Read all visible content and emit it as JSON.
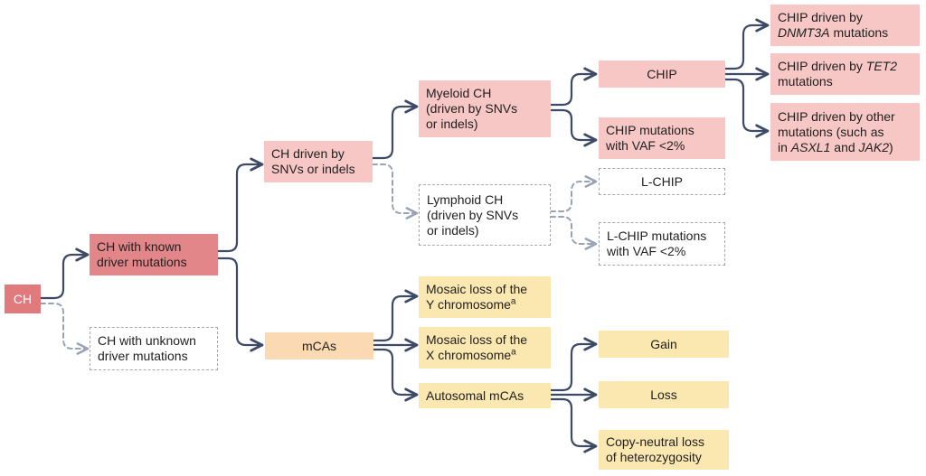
{
  "diagram": {
    "nodes": {
      "ch": {
        "text": "CH"
      },
      "known": {
        "line1": "CH with known",
        "line2": "driver mutations"
      },
      "unknown": {
        "line1": "CH with unknown",
        "line2": "driver mutations"
      },
      "snv": {
        "line1": "CH driven by",
        "line2": "SNVs or indels"
      },
      "mcas": {
        "text": "mCAs"
      },
      "myeloid": {
        "line1": "Myeloid CH",
        "line2": "(driven by SNVs",
        "line3": "or indels)"
      },
      "lymphoid": {
        "line1": "Lymphoid CH",
        "line2": "(driven by SNVs",
        "line3": "or indels)"
      },
      "chip": {
        "text": "CHIP"
      },
      "chip_vaf": {
        "line1": "CHIP mutations",
        "line2": "with VAF <2%"
      },
      "lchip": {
        "text": "L-CHIP"
      },
      "lchip_vaf": {
        "line1": "L-CHIP mutations",
        "line2": "with VAF <2%"
      },
      "dnmt3a": {
        "line1": "CHIP driven by",
        "gene": "DNMT3A",
        "line2_rest": " mutations"
      },
      "tet2": {
        "line1_pre": "CHIP driven by ",
        "gene": "TET2",
        "line2": "mutations"
      },
      "other": {
        "line1": "CHIP driven by other",
        "line2": "mutations (such as",
        "line3_pre": "in ",
        "gene1": "ASXL1",
        "and": " and ",
        "gene2": "JAK2",
        "close": ")"
      },
      "loy": {
        "line1": "Mosaic loss of the",
        "line2": "Y chromosome",
        "sup": "a"
      },
      "lox": {
        "line1": "Mosaic loss of the",
        "line2": "X chromosome",
        "sup": "a"
      },
      "autosomal": {
        "text": "Autosomal mCAs"
      },
      "gain": {
        "text": "Gain"
      },
      "loss": {
        "text": "Loss"
      },
      "cnloh": {
        "line1": "Copy-neutral loss",
        "line2": "of heterozygosity"
      }
    },
    "colors": {
      "solid_arrow": "#3d4a66",
      "dashed_arrow": "#9aa3b5",
      "red": "#e07a7d",
      "pink": "#f7c7c6",
      "orange": "#fbd9b2",
      "yellow": "#fbe7b0"
    }
  }
}
